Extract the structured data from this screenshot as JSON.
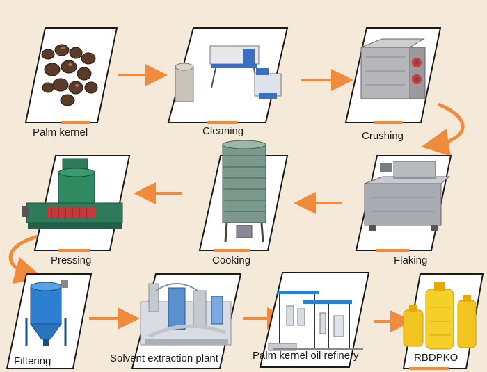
{
  "steps": [
    {
      "id": "palm-kernel",
      "label": "Palm kernel"
    },
    {
      "id": "cleaning",
      "label": "Cleaning"
    },
    {
      "id": "crushing",
      "label": "Crushing"
    },
    {
      "id": "flaking",
      "label": "Flaking"
    },
    {
      "id": "cooking",
      "label": "Cooking"
    },
    {
      "id": "pressing",
      "label": "Pressing"
    },
    {
      "id": "filtering",
      "label": "Filtering"
    },
    {
      "id": "solvent",
      "label": "Solvent extraction plant"
    },
    {
      "id": "refinery",
      "label": "Palm kernel oil refinery"
    },
    {
      "id": "rbdpko",
      "label": "RBDPKO"
    }
  ],
  "colors": {
    "background": "#f5ead9",
    "arrow": "#f08a3c",
    "frame": "#1a1a1a"
  }
}
